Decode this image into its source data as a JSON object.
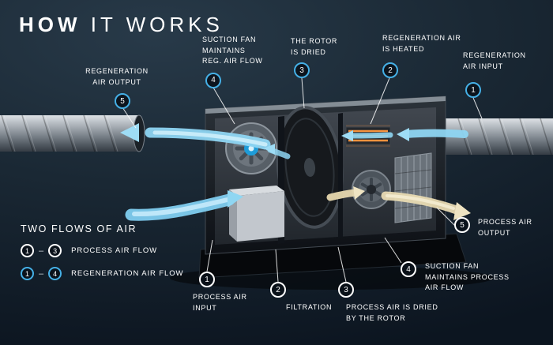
{
  "title": {
    "strong": "HOW",
    "rest": " IT WORKS"
  },
  "legend": {
    "title": "TWO FLOWS OF AIR",
    "rows": [
      {
        "start": "1",
        "dash": "–",
        "end": "3",
        "label": "PROCESS AIR FLOW"
      },
      {
        "start": "1",
        "dash": "–",
        "end": "4",
        "label": "REGENERATION AIR FLOW"
      }
    ]
  },
  "callouts": {
    "reg_output": {
      "number": "5",
      "label": "REGENERATION\nAIR OUTPUT"
    },
    "suction_reg": {
      "number": "4",
      "label": "SUCTION FAN\nMAINTAINS\nREG. AIR FLOW"
    },
    "rotor_dried": {
      "number": "3",
      "label": "THE ROTOR\nIS DRIED"
    },
    "reg_heated": {
      "number": "2",
      "label": "REGENERATION AIR\nIS HEATED"
    },
    "reg_input": {
      "number": "1",
      "label": "REGENERATION\nAIR INPUT"
    },
    "proc_input": {
      "number": "1",
      "label": "PROCESS AIR\nINPUT"
    },
    "filtration": {
      "number": "2",
      "label": "FILTRATION"
    },
    "proc_dried": {
      "number": "3",
      "label": "PROCESS AIR IS DRIED\nBY THE ROTOR"
    },
    "suction_proc": {
      "number": "4",
      "label": "SUCTION FAN\nMAINTAINS PROCESS\nAIR FLOW"
    },
    "proc_output": {
      "number": "5",
      "label": "PROCESS AIR\nOUTPUT"
    }
  },
  "colors": {
    "background_dark": "#0c1520",
    "accent_blue": "#45b0e6",
    "process_ring": "#ffffff",
    "airflow_blue": "#8ed5f2",
    "airflow_tan": "#e8dab2",
    "heater_orange": "#f5923e"
  }
}
